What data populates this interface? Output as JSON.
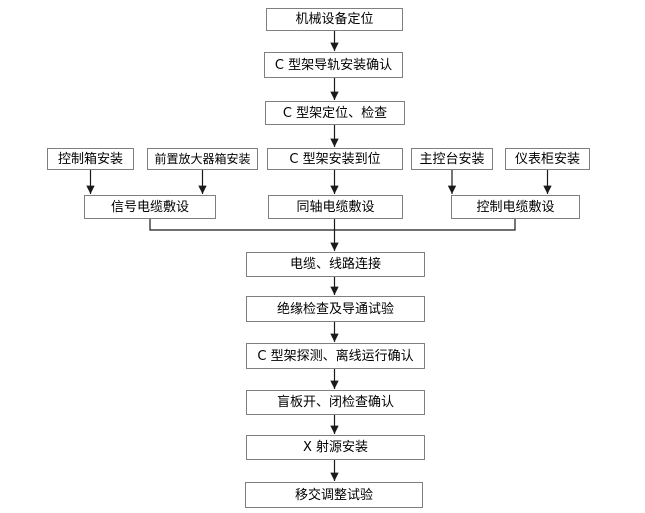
{
  "flowchart": {
    "nodes": {
      "mechanical_positioning": "机械设备定位",
      "c_frame_rail_install_confirm": "C 型架导轨安装确认",
      "c_frame_positioning_check": "C 型架定位、检查",
      "control_box_install": "控制箱安装",
      "preamp_box_install": "前置放大器箱安装",
      "c_frame_install_in_place": "C 型架安装到位",
      "main_console_install": "主控台安装",
      "instrument_cabinet_install": "仪表柜安装",
      "signal_cable_laying": "信号电缆敷设",
      "coaxial_cable_laying": "同轴电缆敷设",
      "control_cable_laying": "控制电缆敷设",
      "cable_line_connection": "电缆、线路连接",
      "insulation_check_continuity_test": "绝缘检查及导通试验",
      "c_frame_detect_offline_run_confirm": "C 型架探测、离线运行确认",
      "blind_plate_open_close_check_confirm": "盲板开、闭检查确认",
      "x_ray_source_install": "X 射源安装",
      "handover_adjustment_test": "移交调整试验"
    },
    "edges": [
      {
        "from": "mechanical_positioning",
        "to": "c_frame_rail_install_confirm"
      },
      {
        "from": "c_frame_rail_install_confirm",
        "to": "c_frame_positioning_check"
      },
      {
        "from": "c_frame_positioning_check",
        "to": "c_frame_install_in_place"
      },
      {
        "from": "control_box_install",
        "to": "signal_cable_laying"
      },
      {
        "from": "preamp_box_install",
        "to": "signal_cable_laying"
      },
      {
        "from": "c_frame_install_in_place",
        "to": "coaxial_cable_laying"
      },
      {
        "from": "main_console_install",
        "to": "control_cable_laying"
      },
      {
        "from": "instrument_cabinet_install",
        "to": "control_cable_laying"
      },
      {
        "from": "signal_cable_laying",
        "to": "cable_line_connection"
      },
      {
        "from": "coaxial_cable_laying",
        "to": "cable_line_connection"
      },
      {
        "from": "control_cable_laying",
        "to": "cable_line_connection"
      },
      {
        "from": "cable_line_connection",
        "to": "insulation_check_continuity_test"
      },
      {
        "from": "insulation_check_continuity_test",
        "to": "c_frame_detect_offline_run_confirm"
      },
      {
        "from": "c_frame_detect_offline_run_confirm",
        "to": "blind_plate_open_close_check_confirm"
      },
      {
        "from": "blind_plate_open_close_check_confirm",
        "to": "x_ray_source_install"
      },
      {
        "from": "x_ray_source_install",
        "to": "handover_adjustment_test"
      }
    ],
    "colors": {
      "box_border": "#7f7f7f",
      "box_fill": "#ffffff",
      "connector": "#1a1a1a",
      "text": "#000000",
      "background": "#ffffff"
    }
  }
}
